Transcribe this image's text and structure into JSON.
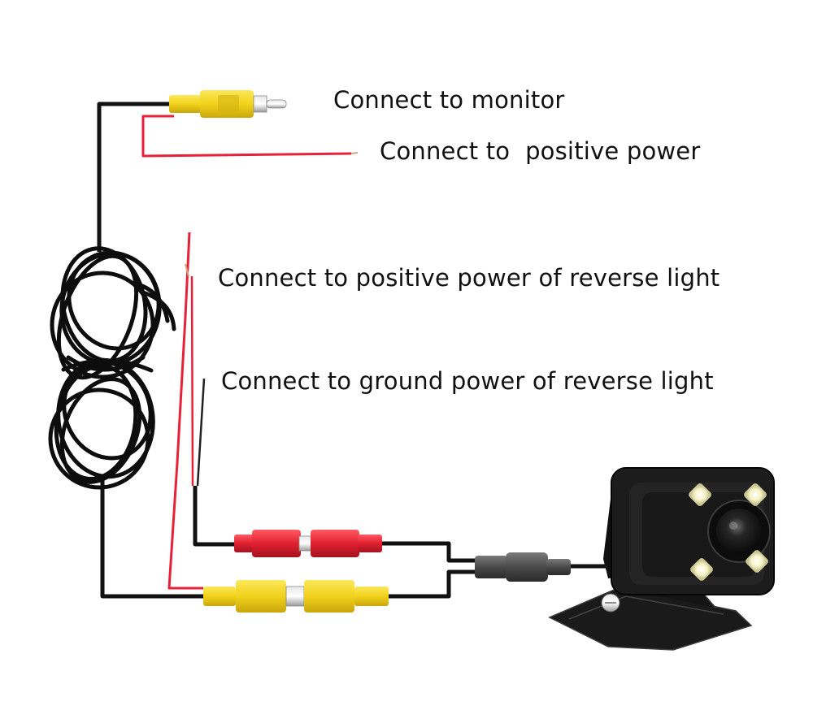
{
  "labels": {
    "connect_monitor": "Connect to monitor",
    "connect_positive_power": "Connect to  positive power",
    "connect_reverse_positive": "Connect to positive power of reverse light",
    "connect_reverse_ground": "Connect to ground power of reverse light"
  },
  "colors": {
    "cable_black": "#111111",
    "wire_red": "#e8213a",
    "rca_yellow": "#f2d21b",
    "rca_red": "#e02030",
    "camera_body": "#1c1c1c",
    "led": "#f6f3c8"
  },
  "icons": [
    "rca-plug-icon",
    "rca-socket-icon",
    "camera-icon",
    "led-icon",
    "cable-coil-icon"
  ]
}
